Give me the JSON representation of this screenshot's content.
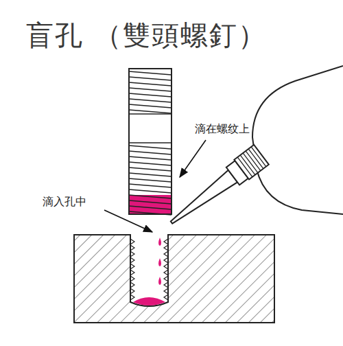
{
  "diagram": {
    "title": "盲孔 （雙頭螺釘）",
    "labels": [
      "滴在螺纹上",
      "滴入孔中"
    ]
  }
}
